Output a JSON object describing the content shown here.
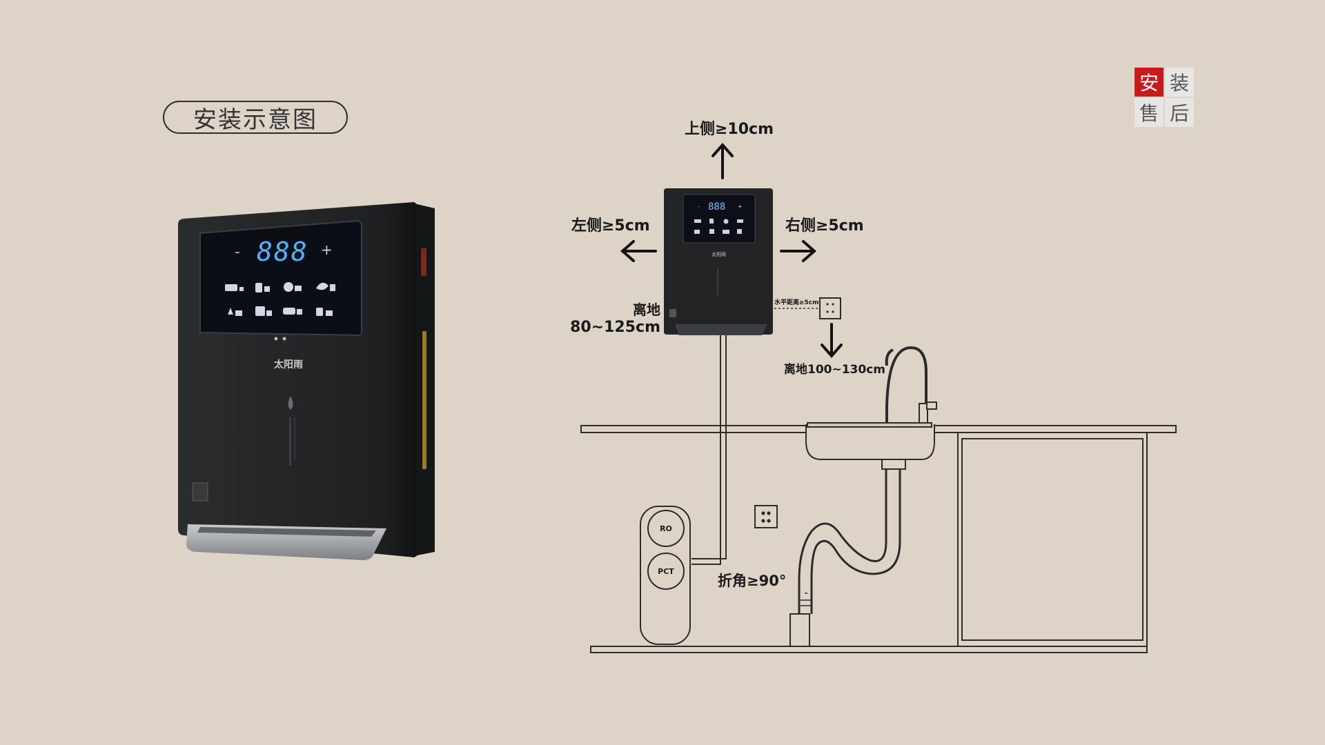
{
  "title": "安装示意图",
  "badge": {
    "c1": "安",
    "c2": "装",
    "c3": "售",
    "c4": "后"
  },
  "product": {
    "display_digits": "888",
    "minus": "-",
    "plus": "+",
    "brand": "太阳雨"
  },
  "diagram": {
    "top_clearance": "上侧≥10cm",
    "left_clearance": "左侧≥5cm",
    "right_clearance": "右侧≥5cm",
    "height_label_1": "离地",
    "height_label_2": "80~125cm",
    "socket_distance": "水平距离≥5cm",
    "socket_height": "离地100~130cm",
    "filter_ro": "RO",
    "filter_pct": "PCT",
    "bend_angle": "折角≥90°"
  },
  "colors": {
    "background": "#ddd3c7",
    "device": "#222426",
    "screen": "#0b0e15",
    "digits": "#4fb3ff",
    "accent_red": "#c8191c"
  }
}
